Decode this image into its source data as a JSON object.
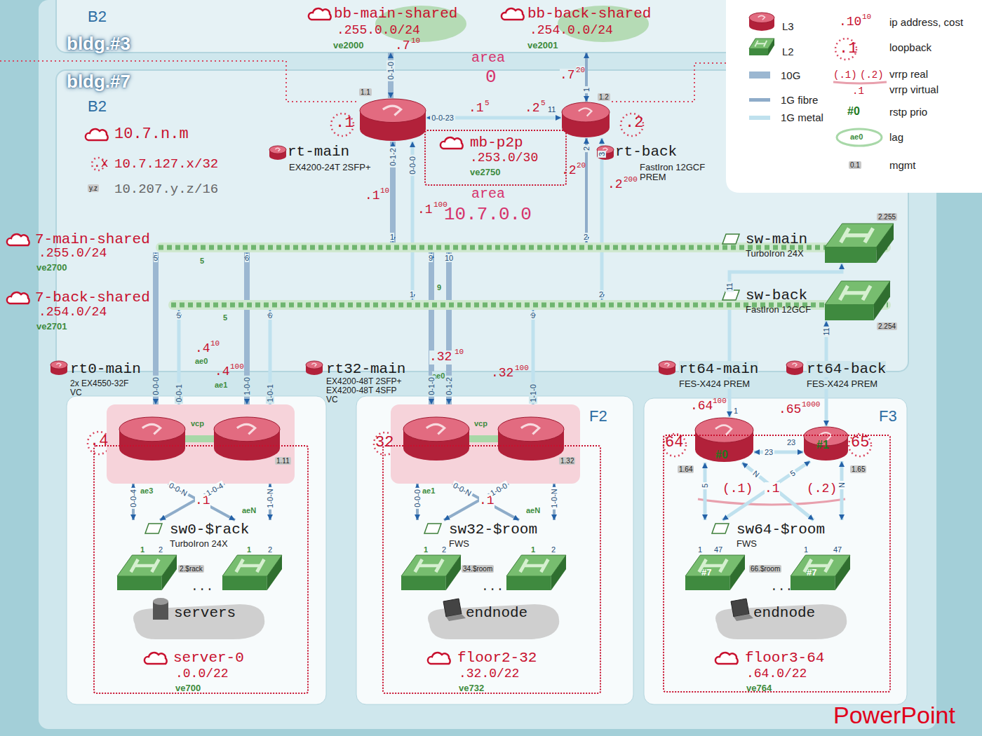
{
  "diagram": {
    "nodes": [
      {
        "text": [
          "bldg.#3",
          "B2"
        ]
      },
      {
        "text": [
          "bb-main-shared",
          ".255.0.0/24",
          "ve2000"
        ],
        "in": 0
      },
      {
        "text": [
          "bb-back-shared",
          ".254.0.0/24",
          "ve2001"
        ],
        "in": 0
      },
      {
        "text": [
          "bldg.#7",
          "B2"
        ]
      },
      {
        "text": [
          "rt-main",
          "EX4200-24T 2SFP+"
        ],
        "in": 3
      },
      {
        "text": [
          "rt-back",
          "FastIron 12GCF PREM"
        ],
        "in": 3
      },
      {
        "text": [
          "mb-p2p",
          ".253.0/30",
          "ve2750"
        ],
        "in": 3
      },
      {
        "text": [
          "7-main-shared",
          ".255.0/24",
          "ve2700"
        ],
        "in": 3
      },
      {
        "text": [
          "7-back-shared",
          ".254.0/24",
          "ve2701"
        ],
        "in": 3
      },
      {
        "text": [
          "sw-main",
          "TurboIron 24X"
        ],
        "in": 3
      },
      {
        "text": [
          "sw-back",
          "FastIron 12GCF"
        ],
        "in": 3
      },
      {
        "text": [
          "rt0-main",
          "2x EX4550-32F VC"
        ]
      },
      {
        "text": [
          "server-0",
          ".0.0/22",
          "ve700"
        ]
      },
      {
        "text": [
          "sw0-$rack",
          "TurboIron 24X"
        ],
        "in": 12
      },
      {
        "text": [
          "servers"
        ],
        "in": 12
      },
      {
        "text": [
          "rt32-main",
          "EX4200-48T 2SFP+ EX4200-48T 4SFP VC"
        ]
      },
      {
        "text": [
          "floor2-32",
          ".32.0/22",
          "ve732"
        ]
      },
      {
        "text": [
          "sw32-$room",
          "FWS"
        ],
        "in": 16
      },
      {
        "text": [
          "endnode"
        ],
        "in": 16
      },
      {
        "text": [
          "rt64-main",
          "FES-X424 PREM"
        ]
      },
      {
        "text": [
          "rt64-back",
          "FES-X424 PREM"
        ]
      },
      {
        "text": [
          "floor3-64",
          ".64.0/22",
          "ve764"
        ]
      },
      {
        "text": [
          "sw64-$room",
          "FWS"
        ],
        "in": 21
      },
      {
        "text": [
          "endnode"
        ],
        "in": 21
      }
    ],
    "edges": [
      {
        "from": 1,
        "to": 4,
        "label": "0-1-0",
        "arrow": "both"
      },
      {
        "from": 2,
        "to": 5,
        "label": "1",
        "arrow": "both"
      },
      {
        "from": 4,
        "to": 5,
        "label": "0-0-23",
        "arrow": "both"
      },
      {
        "from": 4,
        "to": 7,
        "label": "0-1-2",
        "arrow": "both"
      },
      {
        "from": 4,
        "to": 8,
        "label": "0-0-0",
        "arrow": "both"
      },
      {
        "from": 5,
        "to": 7,
        "label": "2",
        "arrow": "both"
      },
      {
        "from": 5,
        "to": 8,
        "label": "3",
        "arrow": "both"
      },
      {
        "from": 9,
        "to": 19,
        "label": "11",
        "arrow": "both"
      },
      {
        "from": 10,
        "to": 20,
        "label": "11",
        "arrow": "both"
      },
      {
        "from": 11,
        "to": 7,
        "label": "0-0-0",
        "arrow": "both"
      },
      {
        "from": 11,
        "to": 8,
        "label": "0-0-1",
        "arrow": "both"
      },
      {
        "from": 11,
        "to": 7,
        "label": "1-0-0",
        "arrow": "both"
      },
      {
        "from": 11,
        "to": 8,
        "label": "1-0-1",
        "arrow": "both"
      },
      {
        "from": 11,
        "to": 13,
        "label": "0-0-4",
        "arrow": "both"
      },
      {
        "from": 11,
        "to": 13,
        "label": "0-0-N",
        "arrow": "both"
      },
      {
        "from": 11,
        "to": 13,
        "label": "1-0-4",
        "arrow": "both"
      },
      {
        "from": 11,
        "to": 13,
        "label": "1-0-N",
        "arrow": "both"
      },
      {
        "from": 15,
        "to": 7,
        "label": "0-1-0",
        "arrow": "both"
      },
      {
        "from": 15,
        "to": 7,
        "label": "0-1-2",
        "arrow": "both"
      },
      {
        "from": 15,
        "to": 8,
        "label": "1-1-0",
        "arrow": "both"
      },
      {
        "from": 15,
        "to": 17,
        "label": "0-0-0",
        "arrow": "both"
      },
      {
        "from": 15,
        "to": 17,
        "label": "0-0-N",
        "arrow": "both"
      },
      {
        "from": 15,
        "to": 17,
        "label": "1-0-0",
        "arrow": "both"
      },
      {
        "from": 15,
        "to": 17,
        "label": "1-0-N",
        "arrow": "both"
      },
      {
        "from": 19,
        "to": 20,
        "label": "23",
        "arrow": "both"
      },
      {
        "from": 19,
        "to": 22,
        "label": "5",
        "arrow": "both"
      },
      {
        "from": 19,
        "to": 22,
        "label": "N",
        "arrow": "both"
      },
      {
        "from": 20,
        "to": 22,
        "label": "5",
        "arrow": "both"
      },
      {
        "from": 20,
        "to": 22,
        "label": "N",
        "arrow": "both"
      }
    ],
    "labels": [
      "area",
      "0",
      ".7",
      "10",
      ".7",
      "20",
      "1.1",
      ".1",
      ".1",
      "5",
      ".2",
      "5",
      "11",
      "1.2",
      ".2",
      ".1",
      "10",
      ".1",
      "100",
      ".2",
      "20",
      ".2",
      "200",
      "area",
      "10.7.0.0",
      "10.7.n.m",
      ".x",
      "10.7.127.x/32",
      "y.z",
      "10.207.y.z/16",
      "1",
      "1",
      "2",
      "2",
      "2.255",
      "2.254",
      "5",
      "6",
      "5",
      "5",
      "6",
      "5",
      ".4",
      "10",
      "ae0",
      ".4",
      "100",
      "ae1",
      "vcp",
      ".4",
      "1.11",
      "ae3",
      ".1",
      "aeN",
      "1",
      "2",
      "1",
      "2",
      "2.$rack",
      "...",
      ".32",
      "10",
      "ae0",
      "9",
      "10",
      "9",
      "9",
      ".32",
      "100",
      "vcp",
      "32",
      "1.32",
      "ae1",
      ".1",
      "aeN",
      "1",
      "2",
      "1",
      "2",
      "34.$room",
      "...",
      "F2",
      ".64",
      "100",
      ".65",
      "1000",
      "64",
      "65",
      "#0",
      "#1",
      "1.64",
      "1.65",
      "23",
      "(.1)",
      "(.2)",
      ".1",
      "1",
      "47",
      "1",
      "47",
      "#7",
      "#7",
      "66.$room",
      "...",
      "F3",
      "PowerPoint",
      "1",
      ".10",
      "10",
      ".1",
      "(.1)",
      "(.2)",
      ".1",
      "#0",
      "ae0",
      "0.1"
    ],
    "legend": [
      {
        "text": "L3"
      },
      {
        "text": "L2"
      },
      {
        "text": "10G",
        "color": "#9bb7d1"
      },
      {
        "text": "1G fibre",
        "color": "#8eacc9"
      },
      {
        "text": "1G metal",
        "color": "#bfe1ee"
      },
      {
        "text": "ip address, cost"
      },
      {
        "text": "loopback"
      },
      {
        "text": "vrrp real"
      },
      {
        "text": "vrrp virtual"
      },
      {
        "text": "rstp prio"
      },
      {
        "text": "lag"
      },
      {
        "text": "mgmt"
      }
    ]
  }
}
